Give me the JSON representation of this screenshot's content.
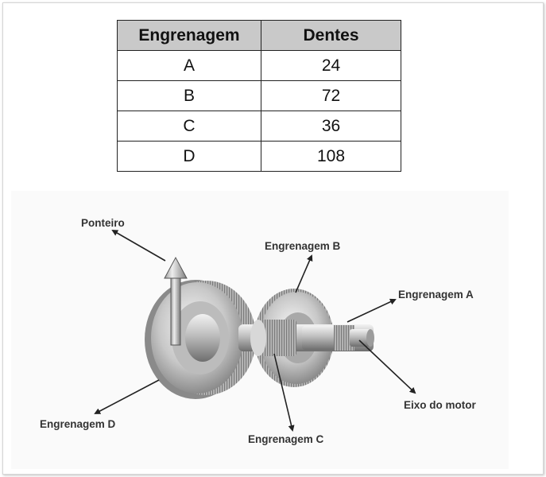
{
  "table": {
    "headers": [
      "Engrenagem",
      "Dentes"
    ],
    "rows": [
      [
        "A",
        "24"
      ],
      [
        "B",
        "72"
      ],
      [
        "C",
        "36"
      ],
      [
        "D",
        "108"
      ]
    ]
  },
  "figure": {
    "labels": {
      "ponteiro": "Ponteiro",
      "engrenagem_b": "Engrenagem B",
      "engrenagem_a": "Engrenagem A",
      "eixo_motor": "Eixo do motor",
      "engrenagem_d": "Engrenagem D",
      "engrenagem_c": "Engrenagem C"
    }
  }
}
